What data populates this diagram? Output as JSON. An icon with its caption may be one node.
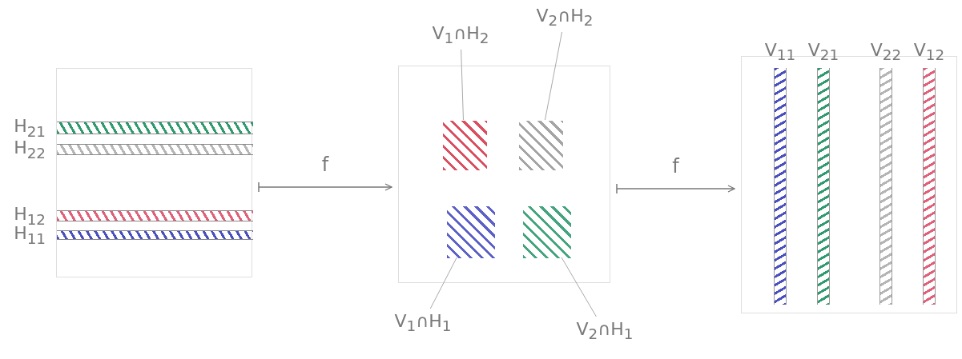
{
  "diagram": {
    "nodes": [
      {
        "text": [],
        "shape": "box"
      },
      {
        "text": [],
        "shape": "bar",
        "in": 0,
        "beside": [
          "H$_{21}$"
        ]
      },
      {
        "text": [],
        "shape": "bar",
        "in": 0,
        "beside": [
          "H$_{22}$"
        ]
      },
      {
        "text": [],
        "shape": "bar",
        "in": 0,
        "beside": [
          "H$_{12}$"
        ]
      },
      {
        "text": [],
        "shape": "bar",
        "in": 0,
        "beside": [
          "H$_{11}$"
        ]
      },
      {
        "text": [
          "V$_{1}$∩H$_{2}$"
        ]
      },
      {
        "text": [
          "V$_{2}$∩H$_{2}$"
        ]
      },
      {
        "text": [],
        "shape": "box"
      },
      {
        "text": [],
        "shape": "box",
        "in": 7
      },
      {
        "text": [],
        "shape": "box",
        "in": 7
      },
      {
        "text": [],
        "shape": "box",
        "in": 7
      },
      {
        "text": [],
        "shape": "box",
        "in": 7
      },
      {
        "text": [
          "V$_{1}$∩H$_{1}$"
        ]
      },
      {
        "text": [
          "V$_{2}$∩H$_{1}$"
        ]
      },
      {
        "text": [],
        "shape": "box"
      },
      {
        "text": [],
        "shape": "bar",
        "in": 14,
        "beside": [
          "V$_{11}$"
        ]
      },
      {
        "text": [],
        "shape": "bar",
        "in": 14,
        "beside": [
          "V$_{21}$"
        ]
      },
      {
        "text": [],
        "shape": "bar",
        "in": 14,
        "beside": [
          "V$_{22}$"
        ]
      },
      {
        "text": [],
        "shape": "bar",
        "in": 14,
        "beside": [
          "V$_{12}$"
        ]
      }
    ],
    "edges": [
      {
        "from": 0,
        "to": 7,
        "arrow": "to",
        "label": "f"
      },
      {
        "from": 7,
        "to": 14,
        "arrow": "to",
        "label": "f"
      },
      {
        "from": 5,
        "to": 8,
        "arrow": "none"
      },
      {
        "from": 6,
        "to": 9,
        "arrow": "none"
      },
      {
        "from": 12,
        "to": 10,
        "arrow": "none"
      },
      {
        "from": 13,
        "to": 11,
        "arrow": "none"
      }
    ]
  }
}
